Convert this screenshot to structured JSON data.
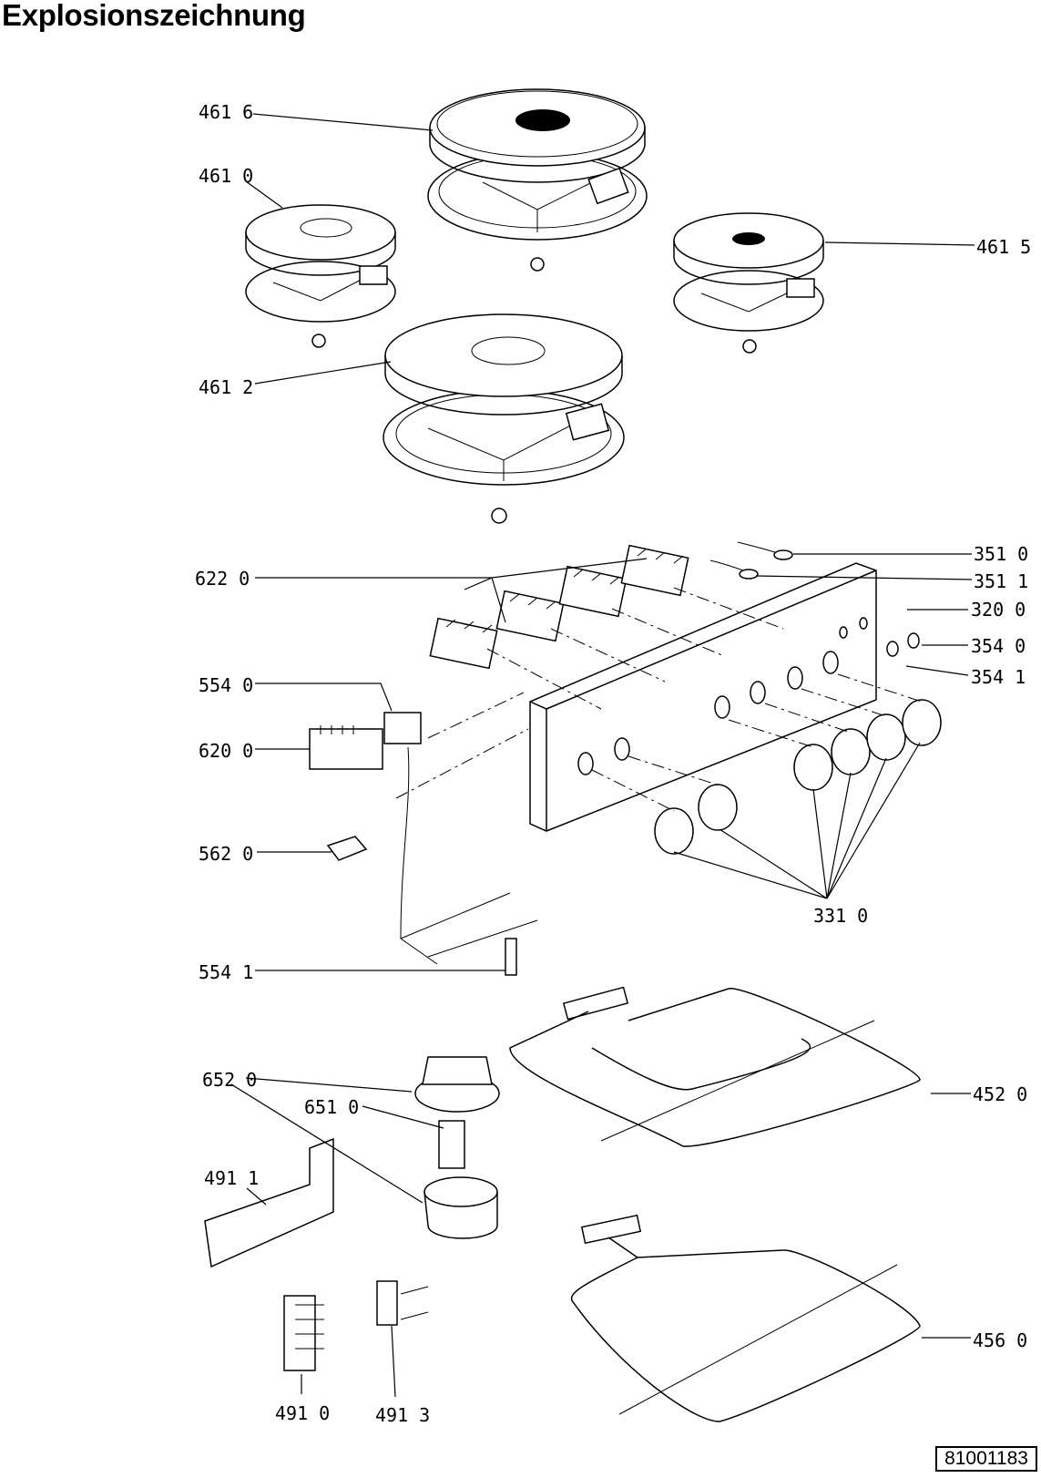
{
  "title": "Explosionszeichnung",
  "document_number": "81001183",
  "parts": {
    "p4616": "461 6",
    "p4610": "461 0",
    "p4615": "461 5",
    "p4612": "461 2",
    "p6220": "622 0",
    "p3510": "351 0",
    "p3511": "351 1",
    "p3200": "320 0",
    "p3540": "354 0",
    "p3541": "354 1",
    "p5540": "554 0",
    "p6200": "620 0",
    "p5620": "562 0",
    "p3310": "331 0",
    "p5541": "554 1",
    "p6520": "652 0",
    "p6510": "651 0",
    "p4520": "452 0",
    "p4911": "491 1",
    "p4560": "456 0",
    "p4910": "491 0",
    "p4913": "491 3"
  }
}
